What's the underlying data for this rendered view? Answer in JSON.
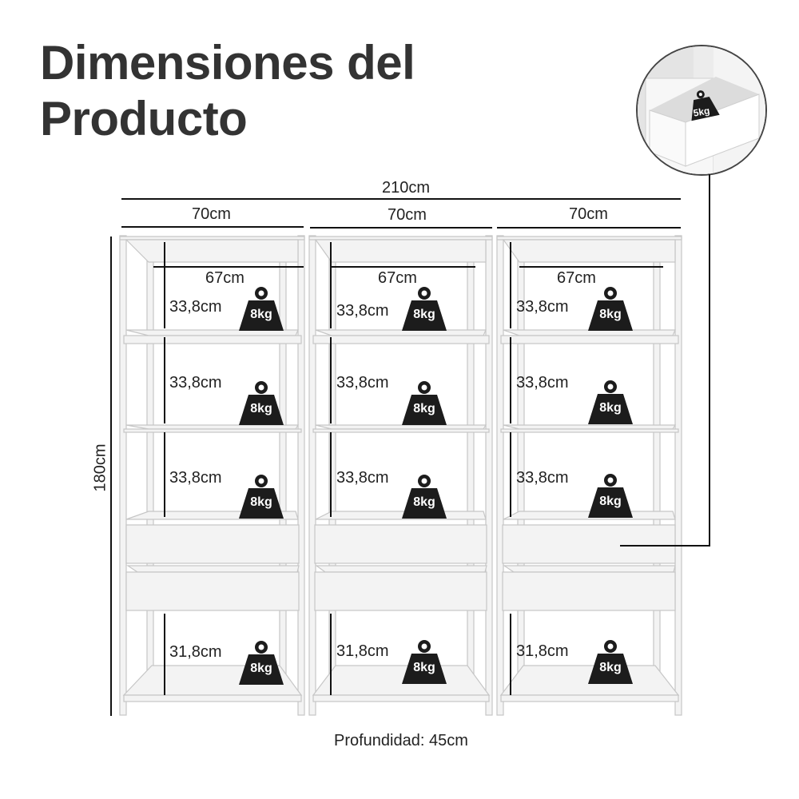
{
  "title": {
    "line1": "Dimensiones del",
    "line2": "Producto"
  },
  "dimensions": {
    "total_width": "210cm",
    "module_width": "70cm",
    "inner_width": "67cm",
    "height": "180cm",
    "shelf_gap": "33,8cm",
    "bottom_gap": "31,8cm",
    "depth": "Profundidad: 45cm"
  },
  "weights": {
    "shelf": "8kg",
    "drawer": "5kg"
  },
  "colors": {
    "furniture": "#f2f2f2",
    "edge": "#c8c8c8",
    "weight_icon": "#1c1c1c"
  }
}
